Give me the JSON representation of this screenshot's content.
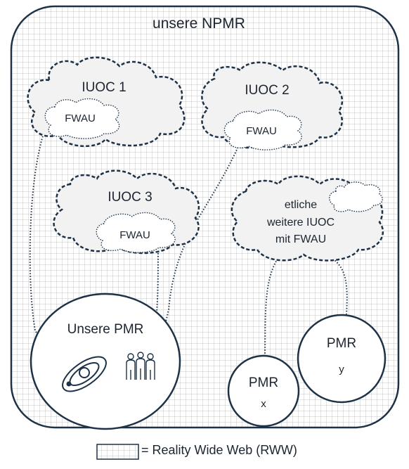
{
  "diagram": {
    "frame_title": "unsere NPMR",
    "clouds": [
      {
        "id": "iuoc1",
        "label": "IUOC 1",
        "inner_label": "FWAU"
      },
      {
        "id": "iuoc2",
        "label": "IUOC 2",
        "inner_label": "FWAU"
      },
      {
        "id": "iuoc3",
        "label": "IUOC 3",
        "inner_label": "FWAU"
      },
      {
        "id": "more",
        "label_lines": [
          "etliche",
          "weitere IUOC",
          "mit FWAU"
        ]
      }
    ],
    "circles": [
      {
        "id": "ours",
        "label": "Unsere PMR"
      },
      {
        "id": "pmr-x",
        "label": "PMR",
        "sublabel": "x"
      },
      {
        "id": "pmr-y",
        "label": "PMR",
        "sublabel": "y"
      }
    ],
    "legend": {
      "text": "= Reality Wide Web (RWW)"
    }
  },
  "colors": {
    "stroke": "#1e3247",
    "grid": "#b9b9b9",
    "cloud_fill": "#f2f2f2",
    "circle_fill": "#ffffff"
  }
}
